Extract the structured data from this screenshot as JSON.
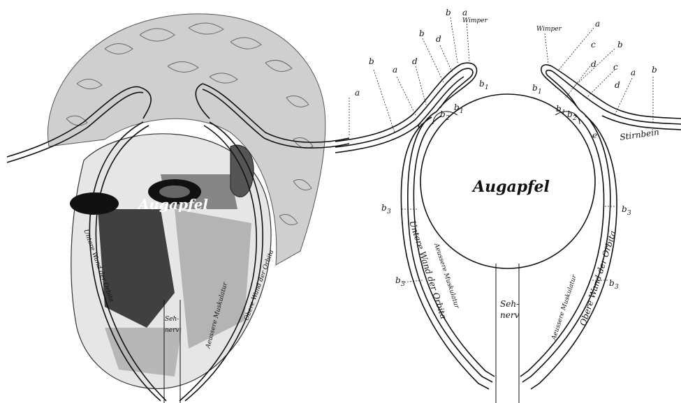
{
  "right_diagram": {
    "eyeball": "Augapfel",
    "nerve_line1": "Seh-",
    "nerve_line2": "nerv",
    "lower_wall": "Untere Wand der Orbita",
    "upper_wall": "Obere Wand der Orbita",
    "muscle_left": "Aeussere Muskulatur",
    "muscle_right": "Aeussere Muskulatur",
    "frontal_bone": "Stirnbein",
    "lash_left": "Wimper",
    "lash_right": "Wimper",
    "letters": {
      "a": "a",
      "b": "b",
      "c": "c",
      "d": "d",
      "e": "e",
      "b1": "b",
      "b1_sub": "1",
      "b2": "b",
      "b2_sub": "2",
      "b3": "b",
      "b3_sub": "3"
    }
  },
  "left_figure": {
    "eyeball": "Augapfel",
    "nerve_line1": "Seh-",
    "nerve_line2": "nerv",
    "lower_wall": "Untere Wand der Orbita",
    "upper_wall": "Obere Wand der Orbita",
    "muscle": "Aeussere Muskulatur"
  }
}
